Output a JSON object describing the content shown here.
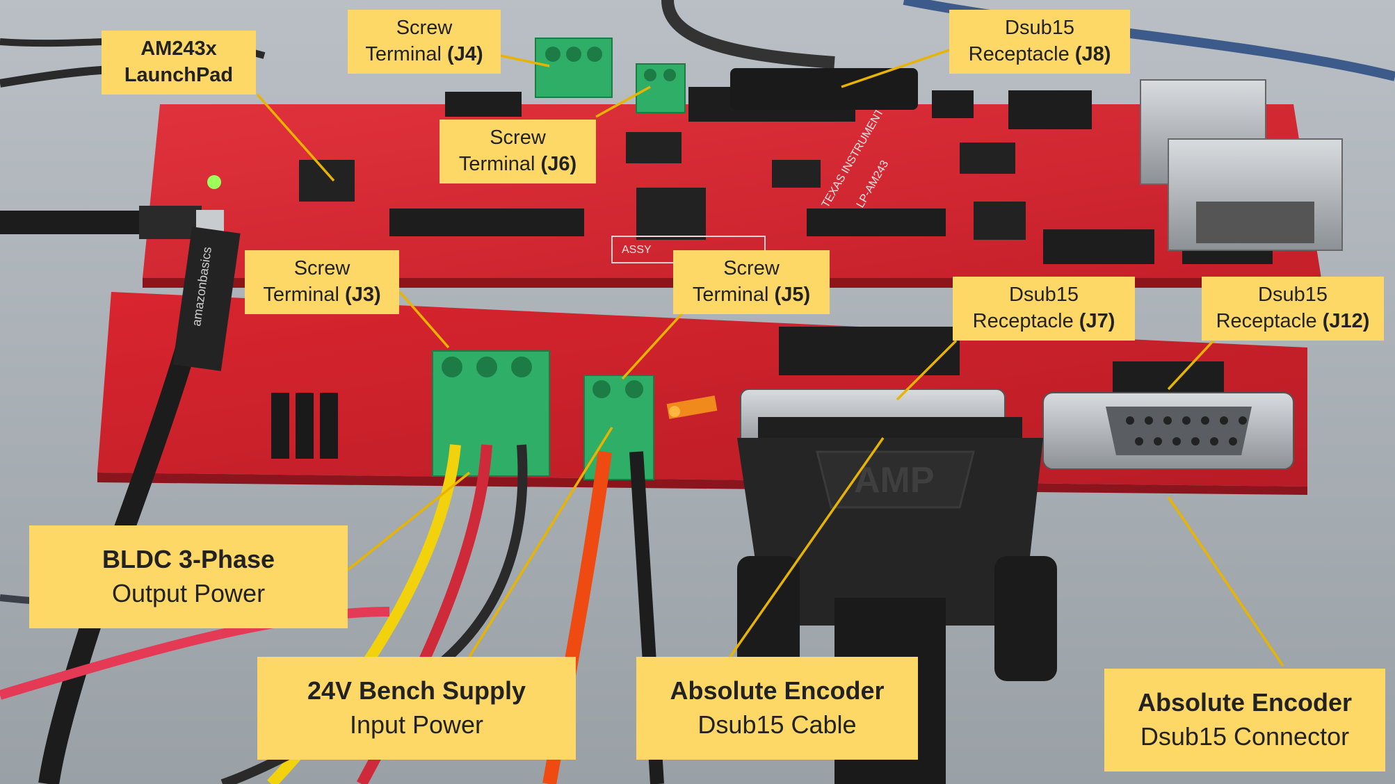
{
  "labels": {
    "am243x": {
      "line1": "AM243x",
      "line2": "LaunchPad"
    },
    "j4": {
      "line1": "Screw",
      "line2_prefix": "Terminal ",
      "line2_bold": "(J4)"
    },
    "j8": {
      "line1": "Dsub15",
      "line2_prefix": "Receptacle ",
      "line2_bold": "(J8)"
    },
    "j6": {
      "line1": "Screw",
      "line2_prefix": "Terminal ",
      "line2_bold": "(J6)"
    },
    "j3": {
      "line1": "Screw",
      "line2_prefix": "Terminal ",
      "line2_bold": "(J3)"
    },
    "j5": {
      "line1": "Screw",
      "line2_prefix": "Terminal ",
      "line2_bold": "(J5)"
    },
    "j7": {
      "line1": "Dsub15",
      "line2_prefix": "Receptacle ",
      "line2_bold": "(J7)"
    },
    "j12": {
      "line1": "Dsub15",
      "line2_prefix": "Receptacle ",
      "line2_bold": "(J12)"
    },
    "bldc": {
      "line1": "BLDC 3-Phase",
      "line2": "Output Power"
    },
    "bench": {
      "line1": "24V Bench Supply",
      "line2": "Input Power"
    },
    "enc_cable": {
      "line1": "Absolute Encoder",
      "line2": "Dsub15 Cable"
    },
    "enc_conn": {
      "line1": "Absolute Encoder",
      "line2": "Dsub15 Connector"
    }
  },
  "board_markings": {
    "amp_logo": "AMP",
    "texas_instruments": "TEXAS INSTRUMENTS",
    "board_id": "LP-AM243",
    "assy": "ASSY",
    "amazon_basics": "amazonbasics"
  },
  "colors": {
    "label_bg": "#fdd866",
    "leader_line": "#e8b400",
    "pcb_red": "#d8242f",
    "terminal_green": "#2fae67"
  }
}
